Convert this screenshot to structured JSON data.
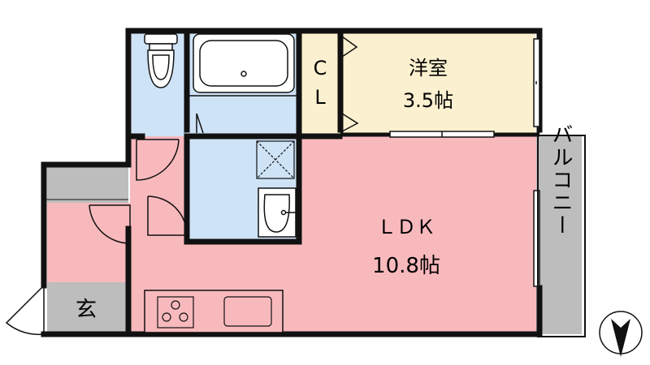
{
  "rooms": {
    "western": {
      "name": "洋室",
      "size": "3.5帖"
    },
    "closet": {
      "line1": "C",
      "line2": "L"
    },
    "ldk": {
      "name": "ＬＤＫ",
      "size": "10.8帖"
    },
    "entrance": {
      "name": "玄"
    },
    "balcony": {
      "name": "バルコニー"
    }
  },
  "colors": {
    "ldk_fill": "#f8b9bd",
    "western_fill": "#fbf0cf",
    "wet_fill": "#cfe3f7",
    "gray_fill": "#bdbdbd",
    "wall": "#111111"
  },
  "icons": [
    "toilet-icon",
    "bathtub-icon",
    "washbasin-icon",
    "drain-icon",
    "stove-icon",
    "sink-icon",
    "north-arrow-icon"
  ]
}
